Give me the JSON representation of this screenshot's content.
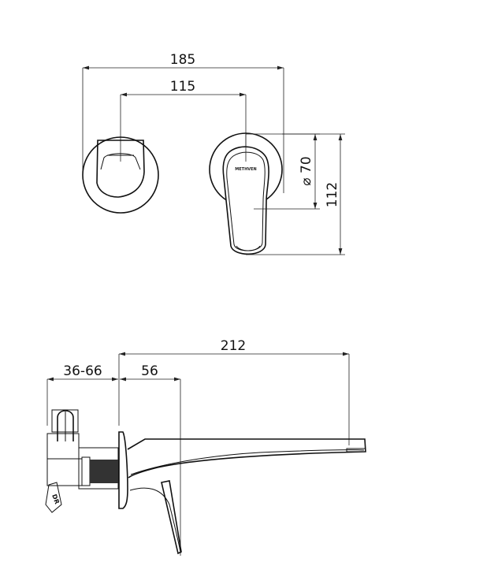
{
  "front_view": {
    "dim_overall_width": "185",
    "dim_centres": "115",
    "dim_diameter": "⌀ 70",
    "dim_height": "112",
    "brand_mark": "METHVEN"
  },
  "side_view": {
    "dim_projection": "212",
    "dim_wall_depth": "36-66",
    "dim_offset": "56",
    "body_label": "DR"
  }
}
